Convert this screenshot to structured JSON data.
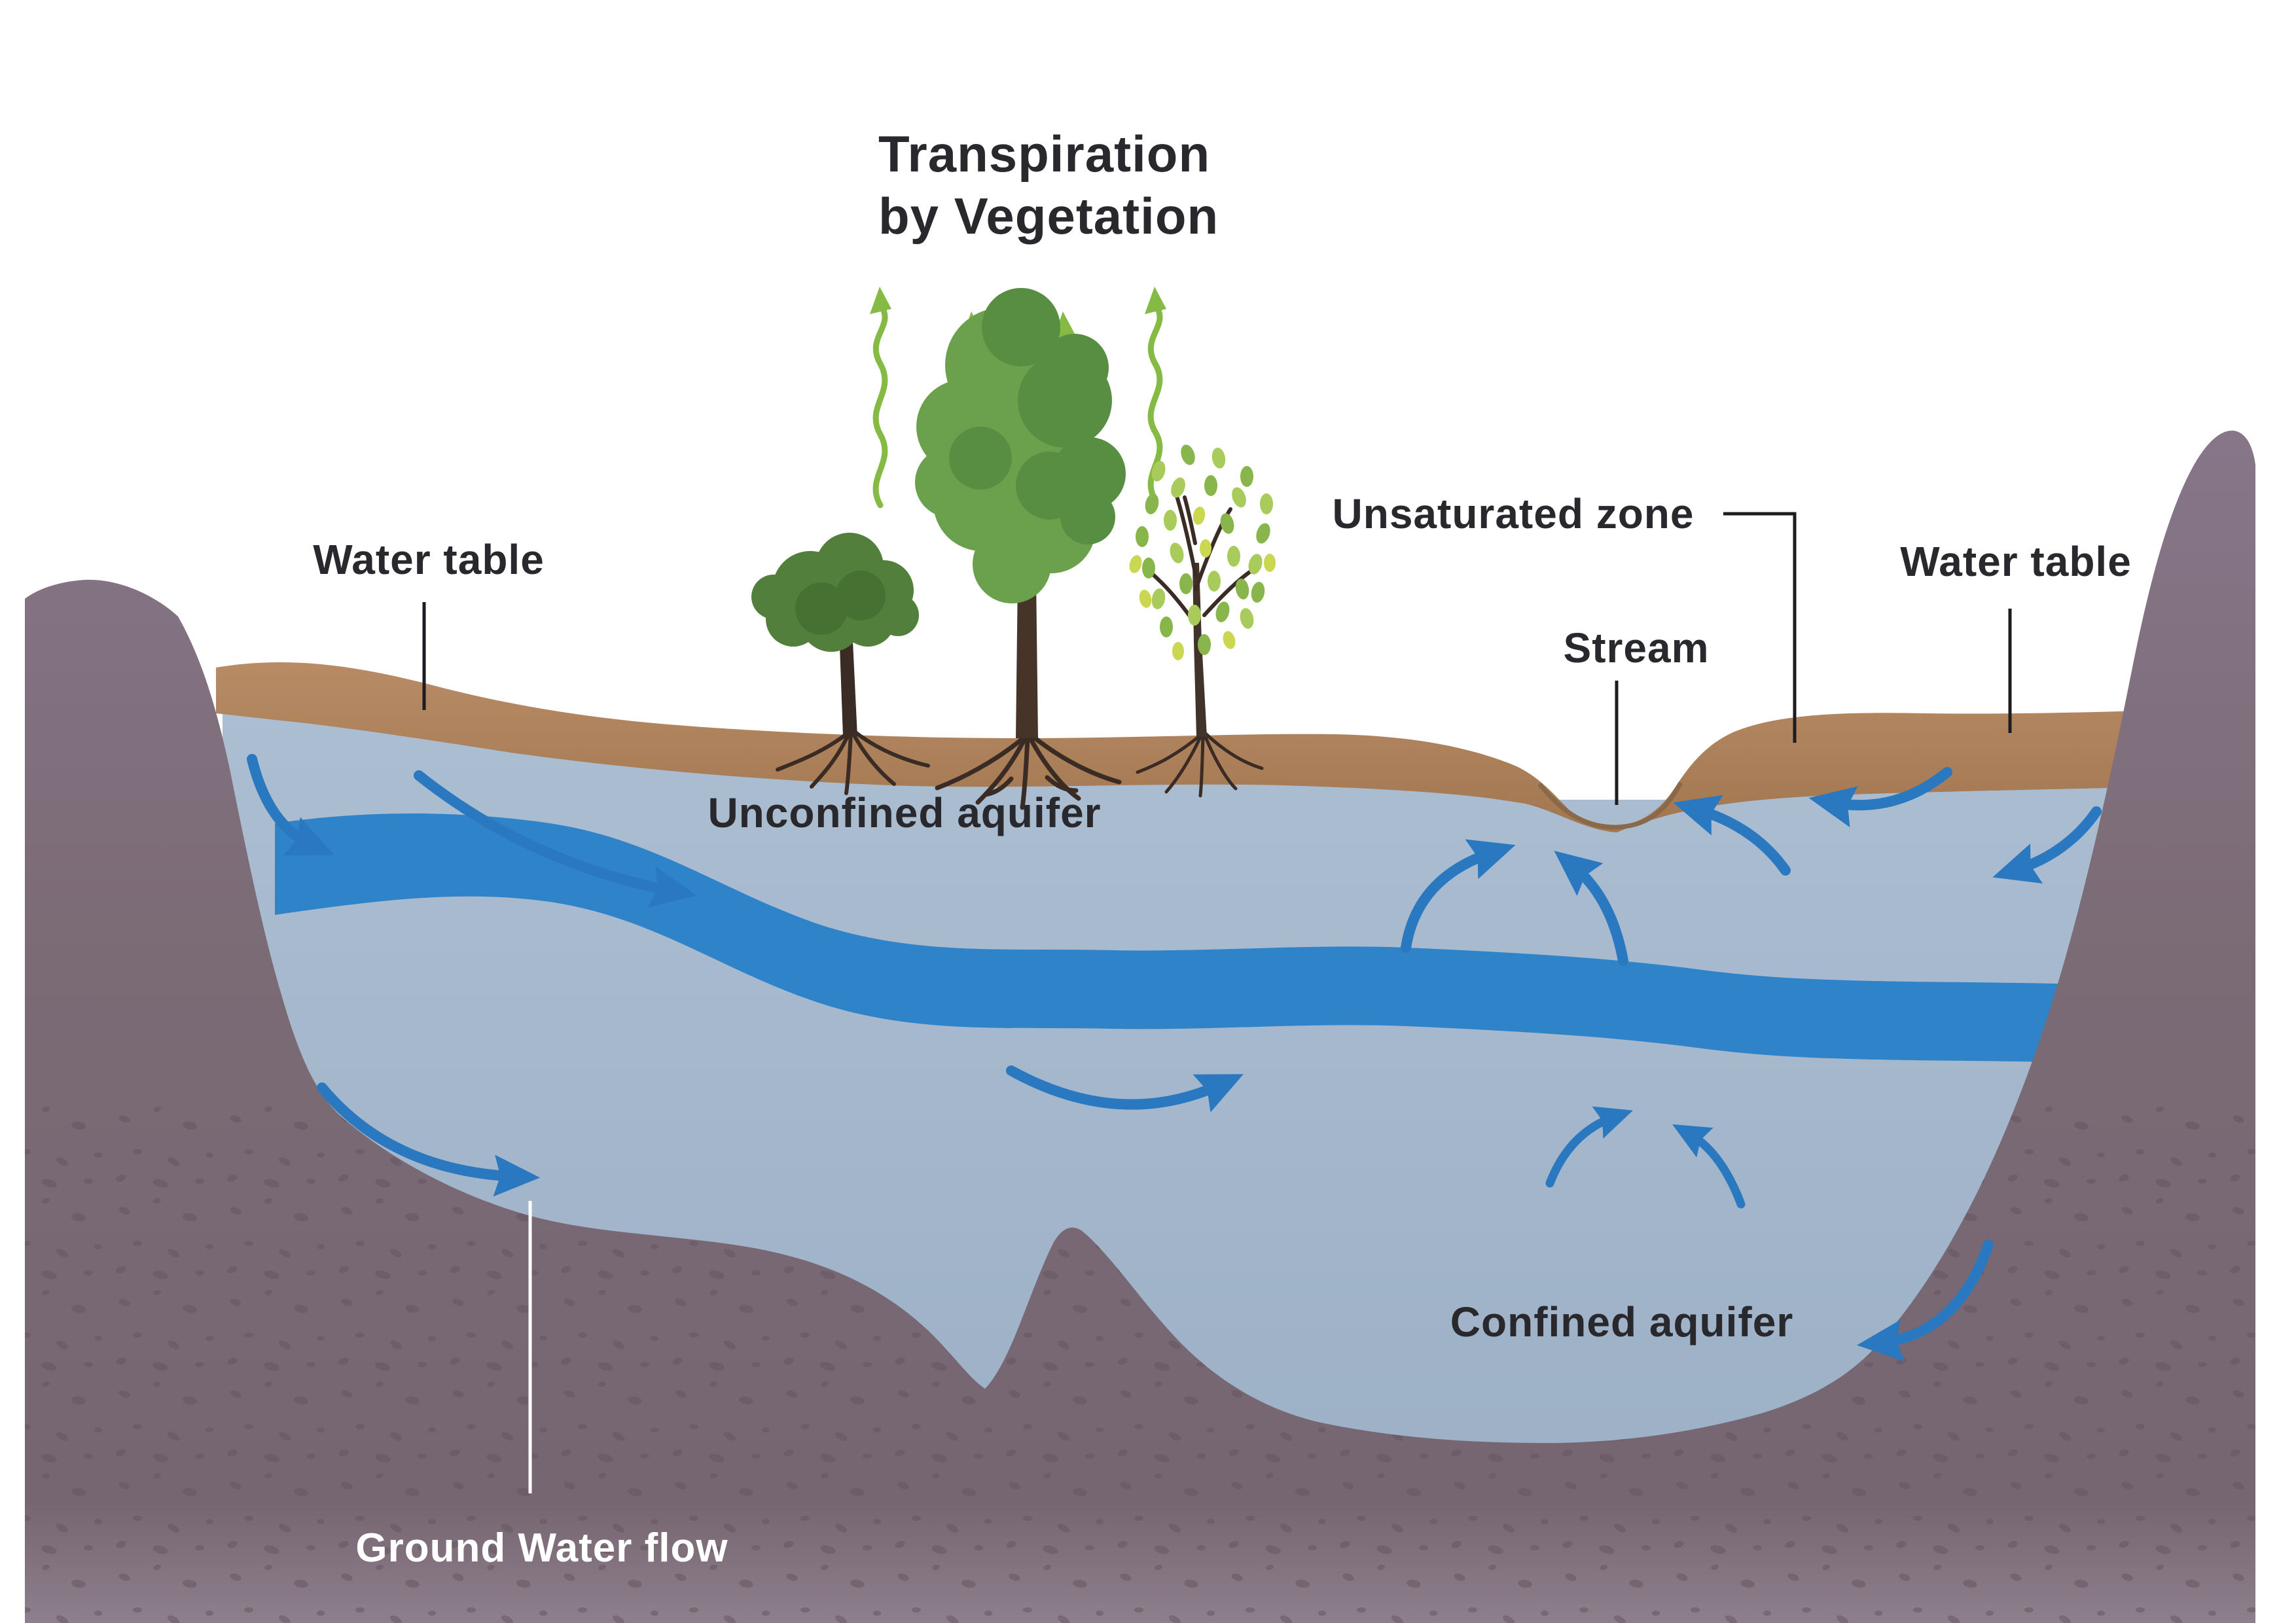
{
  "diagram": {
    "title": {
      "line1": "Transpiration",
      "line2": "by Vegetation"
    },
    "labels": {
      "water_table_left": "Water table",
      "unsaturated_zone": "Unsaturated zone",
      "stream": "Stream",
      "water_table_right": "Water table",
      "unconfined_aquifer": "Unconfined aquifer",
      "confined_aquifer": "Confined aquifer",
      "ground_water_flow": "Ground Water flow"
    },
    "elements": {
      "transpiration_arrow_count": 4,
      "groundwater_flow_arrow_count": 12,
      "tree_count": 3
    },
    "colors": {
      "background": "#ffffff",
      "soil": "#b78a63",
      "aquifer": "#a7b9ce",
      "deep_water_band": "#2e83c9",
      "flow_arrow": "#2a79c0",
      "transpiration_arrow": "#85bb44",
      "bedrock": "#7b6b75",
      "bedrock_speckle": "#63545f",
      "tree_green_dark": "#527f3c",
      "tree_green_mid": "#6ba04d",
      "tree_green_light": "#a9cb5b",
      "label_dark": "#29282c",
      "label_light": "#ffffff"
    }
  }
}
